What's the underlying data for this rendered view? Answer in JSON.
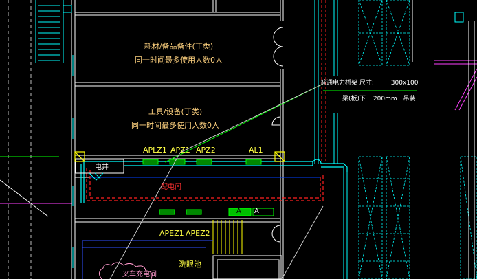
{
  "rooms": {
    "storage": {
      "name": "耗材/备品备件(丁类)",
      "occupancy": "同一时间最多使用人数0人"
    },
    "tools": {
      "name": "工具/设备(丁类)",
      "occupancy": "同一时间最多使用人数0人"
    },
    "electric_shaft": "电井",
    "distribution_room": "配电间",
    "forklift_charging": "叉车充电间",
    "eyewash": "洗眼池"
  },
  "panels": {
    "top": [
      "APLZ1",
      "APZ1",
      "APZ2",
      "AL1"
    ],
    "bottom": [
      "APEZ1",
      "APEZ2"
    ],
    "boxes": [
      "A",
      "A"
    ]
  },
  "tray_note": {
    "line1_label": "普通电力桥架 尺寸:",
    "line1_value": "300x100",
    "line2": "梁(板)下",
    "line2_value": "200mm",
    "line2_suffix": "吊装"
  },
  "colors": {
    "wall": "#ffffff",
    "tray": "#00ffff",
    "cyan_detail": "#00ffff",
    "red_dashed": "#ff2020",
    "green_panel": "#00c000",
    "leader": "#00ff00",
    "yellow": "#ffff00",
    "magenta": "#ff40ff",
    "room_text": "#ffd27f"
  }
}
